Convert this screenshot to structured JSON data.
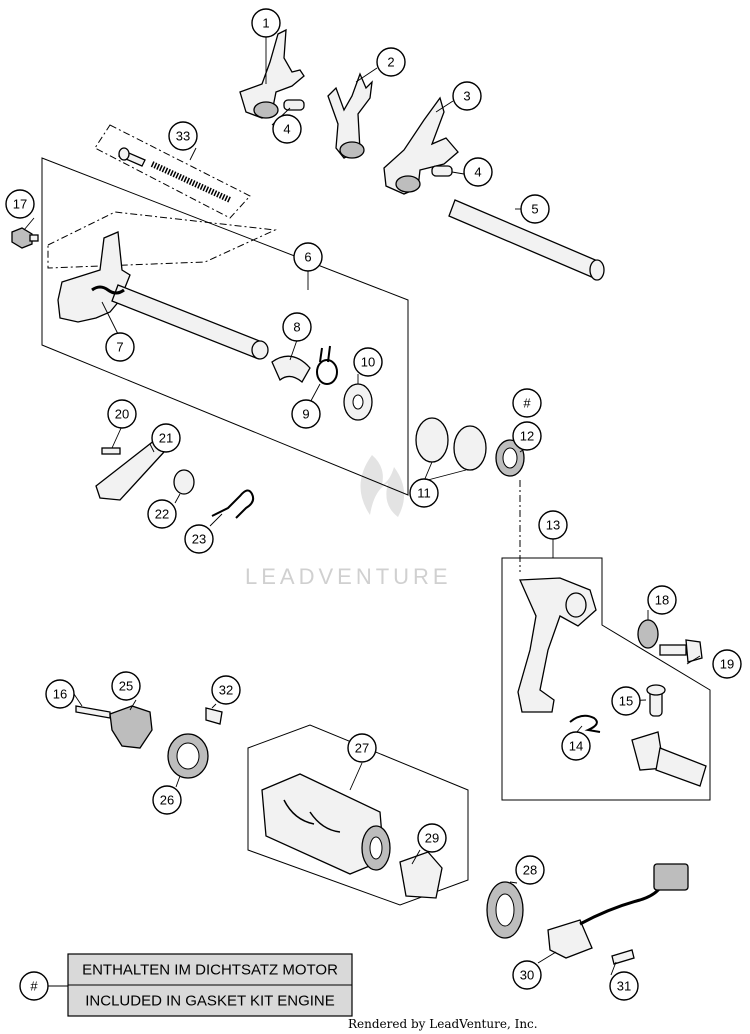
{
  "callouts": [
    "1",
    "2",
    "3",
    "4",
    "4",
    "5",
    "6",
    "7",
    "8",
    "9",
    "10",
    "11",
    "12",
    "#",
    "13",
    "14",
    "15",
    "16",
    "17",
    "18",
    "19",
    "20",
    "21",
    "22",
    "23",
    "25",
    "26",
    "27",
    "28",
    "29",
    "30",
    "31",
    "32",
    "33"
  ],
  "legend": {
    "symbol": "#",
    "line1": "ENTHALTEN IM DICHTSATZ MOTOR",
    "line2": "INCLUDED IN GASKET KIT ENGINE"
  },
  "watermark": "LEADVENTURE",
  "credit": "Rendered by LeadVenture, Inc."
}
